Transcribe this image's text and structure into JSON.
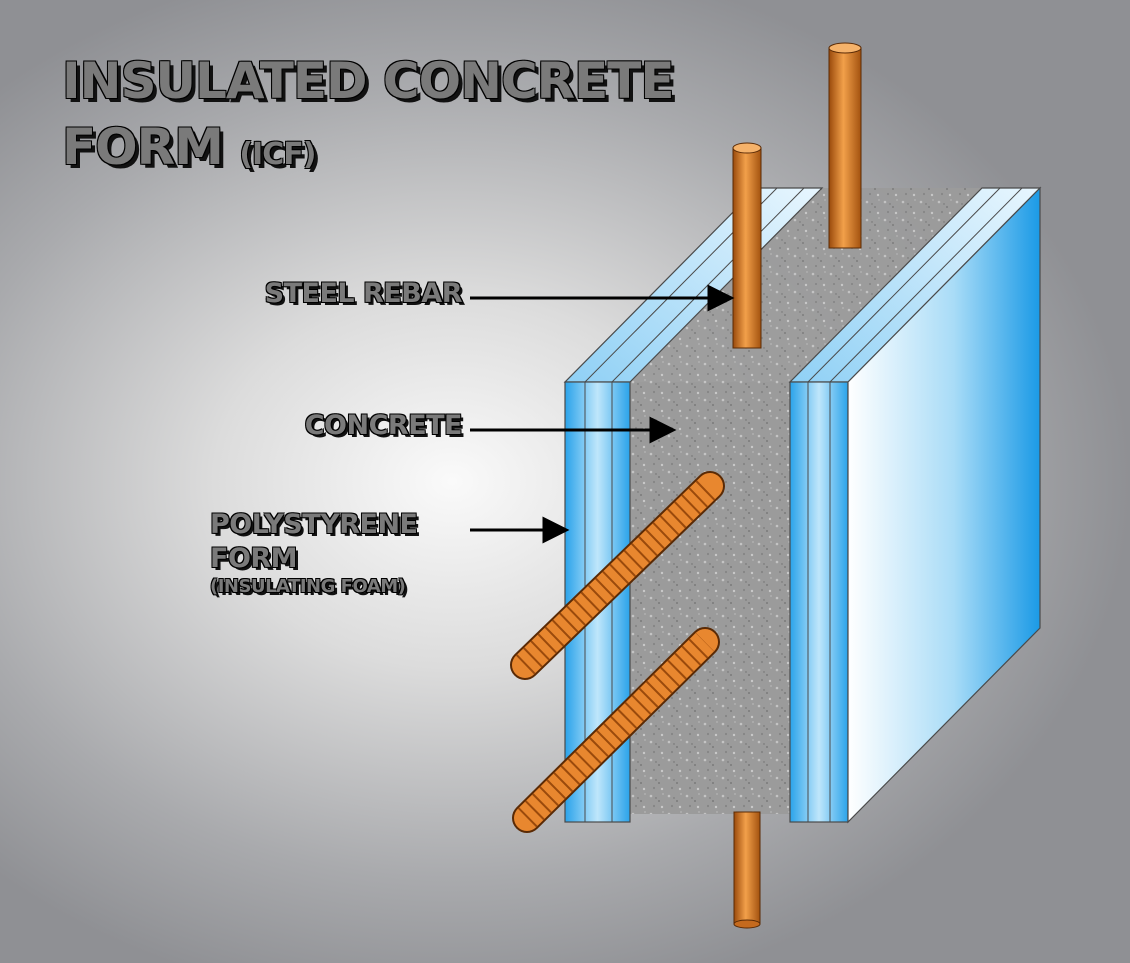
{
  "title": {
    "line1": "INSULATED CONCRETE",
    "line2": "FORM",
    "abbr": "(ICF)"
  },
  "labels": {
    "rebar": "STEEL REBAR",
    "concrete": "CONCRETE",
    "form_line1": "POLYSTYRENE",
    "form_line2": "FORM",
    "form_sub": "(INSULATING FOAM)"
  },
  "colors": {
    "foam": "#3fb4f0",
    "concrete": "#9c9c9c",
    "rebar": "#e0802a"
  }
}
